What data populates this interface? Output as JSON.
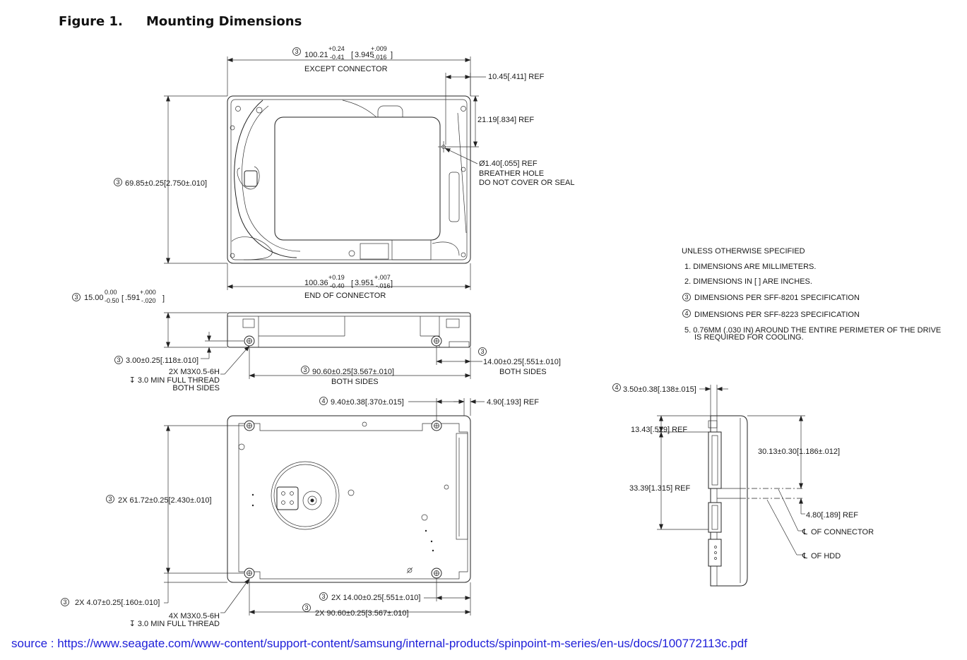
{
  "figure": {
    "number": "Figure 1.",
    "title": "Mounting Dimensions"
  },
  "source_text": "source : https://www.seagate.com/www-content/support-content/samsung/internal-products/spinpoint-m-series/en-us/docs/100772113c.pdf",
  "marks": {
    "three": "3",
    "four": "4",
    "centerline": "℄"
  },
  "dims": {
    "top_width": {
      "prefix": "100.21",
      "tol_up": "+0.24",
      "tol_dn": "-0.41",
      "inch": "3.945",
      "inch_up": "+.009",
      "inch_dn": "-.016",
      "note": "EXCEPT CONNECTOR"
    },
    "ref_10_45": "10.45[.411] REF",
    "ref_21_19": "21.19[.834] REF",
    "breather": [
      "Ø1.40[.055] REF",
      "BREATHER HOLE",
      "DO NOT COVER OR SEAL"
    ],
    "height_69_85": "69.85±0.25[2.750±.010]",
    "bottom_width": {
      "prefix": "100.36",
      "tol_up": "+0.19",
      "tol_dn": "-0.40",
      "inch": "3.951",
      "inch_up": "+.007",
      "inch_dn": "-.016",
      "note": "END OF CONNECTOR"
    },
    "thickness": {
      "prefix": "15.00",
      "tol_up": "0.00",
      "tol_dn": "-0.50",
      "inch": ".591",
      "inch_up": "+.000",
      "inch_dn": "-.020"
    },
    "side_3_00": "3.00±0.25[.118±.010]",
    "side_thread": [
      "2X M3X0.5-6H",
      "↧ 3.0 MIN FULL THREAD",
      "BOTH SIDES"
    ],
    "side_90_60": [
      "90.60±0.25[3.567±.010]",
      "BOTH SIDES"
    ],
    "side_14_00": [
      "14.00±0.25[.551±.010]",
      "BOTH SIDES"
    ],
    "bot_9_40": "9.40±0.38[.370±.015]",
    "bot_4_90": "4.90[.193] REF",
    "bot_61_72": "2X 61.72±0.25[2.430±.010]",
    "bot_4_07": "2X 4.07±0.25[.160±.010]",
    "bot_thread": [
      "4X M3X0.5-6H",
      "↧ 3.0 MIN FULL THREAD"
    ],
    "bot_14_00": "2X 14.00±0.25[.551±.010]",
    "bot_90_60": "2X 90.60±0.25[3.567±.010]",
    "end_3_50": "3.50±0.38[.138±.015]",
    "end_13_43": "13.43[.529] REF",
    "end_30_13": "30.13±0.30[1.186±.012]",
    "end_33_39": "33.39[1.315] REF",
    "end_4_80": "4.80[.189] REF",
    "end_cl_connector": "OF CONNECTOR",
    "end_cl_hdd": "OF HDD"
  },
  "notes": {
    "heading": "UNLESS OTHERWISE SPECIFIED",
    "items": [
      "1. DIMENSIONS ARE MILLIMETERS.",
      "2. DIMENSIONS IN [   ] ARE INCHES.",
      "DIMENSIONS PER SFF-8201 SPECIFICATION",
      "DIMENSIONS PER SFF-8223 SPECIFICATION",
      "5. 0.76MM (.030 IN) AROUND THE ENTIRE PERIMETER OF THE DRIVE",
      "IS REQUIRED FOR COOLING."
    ]
  }
}
